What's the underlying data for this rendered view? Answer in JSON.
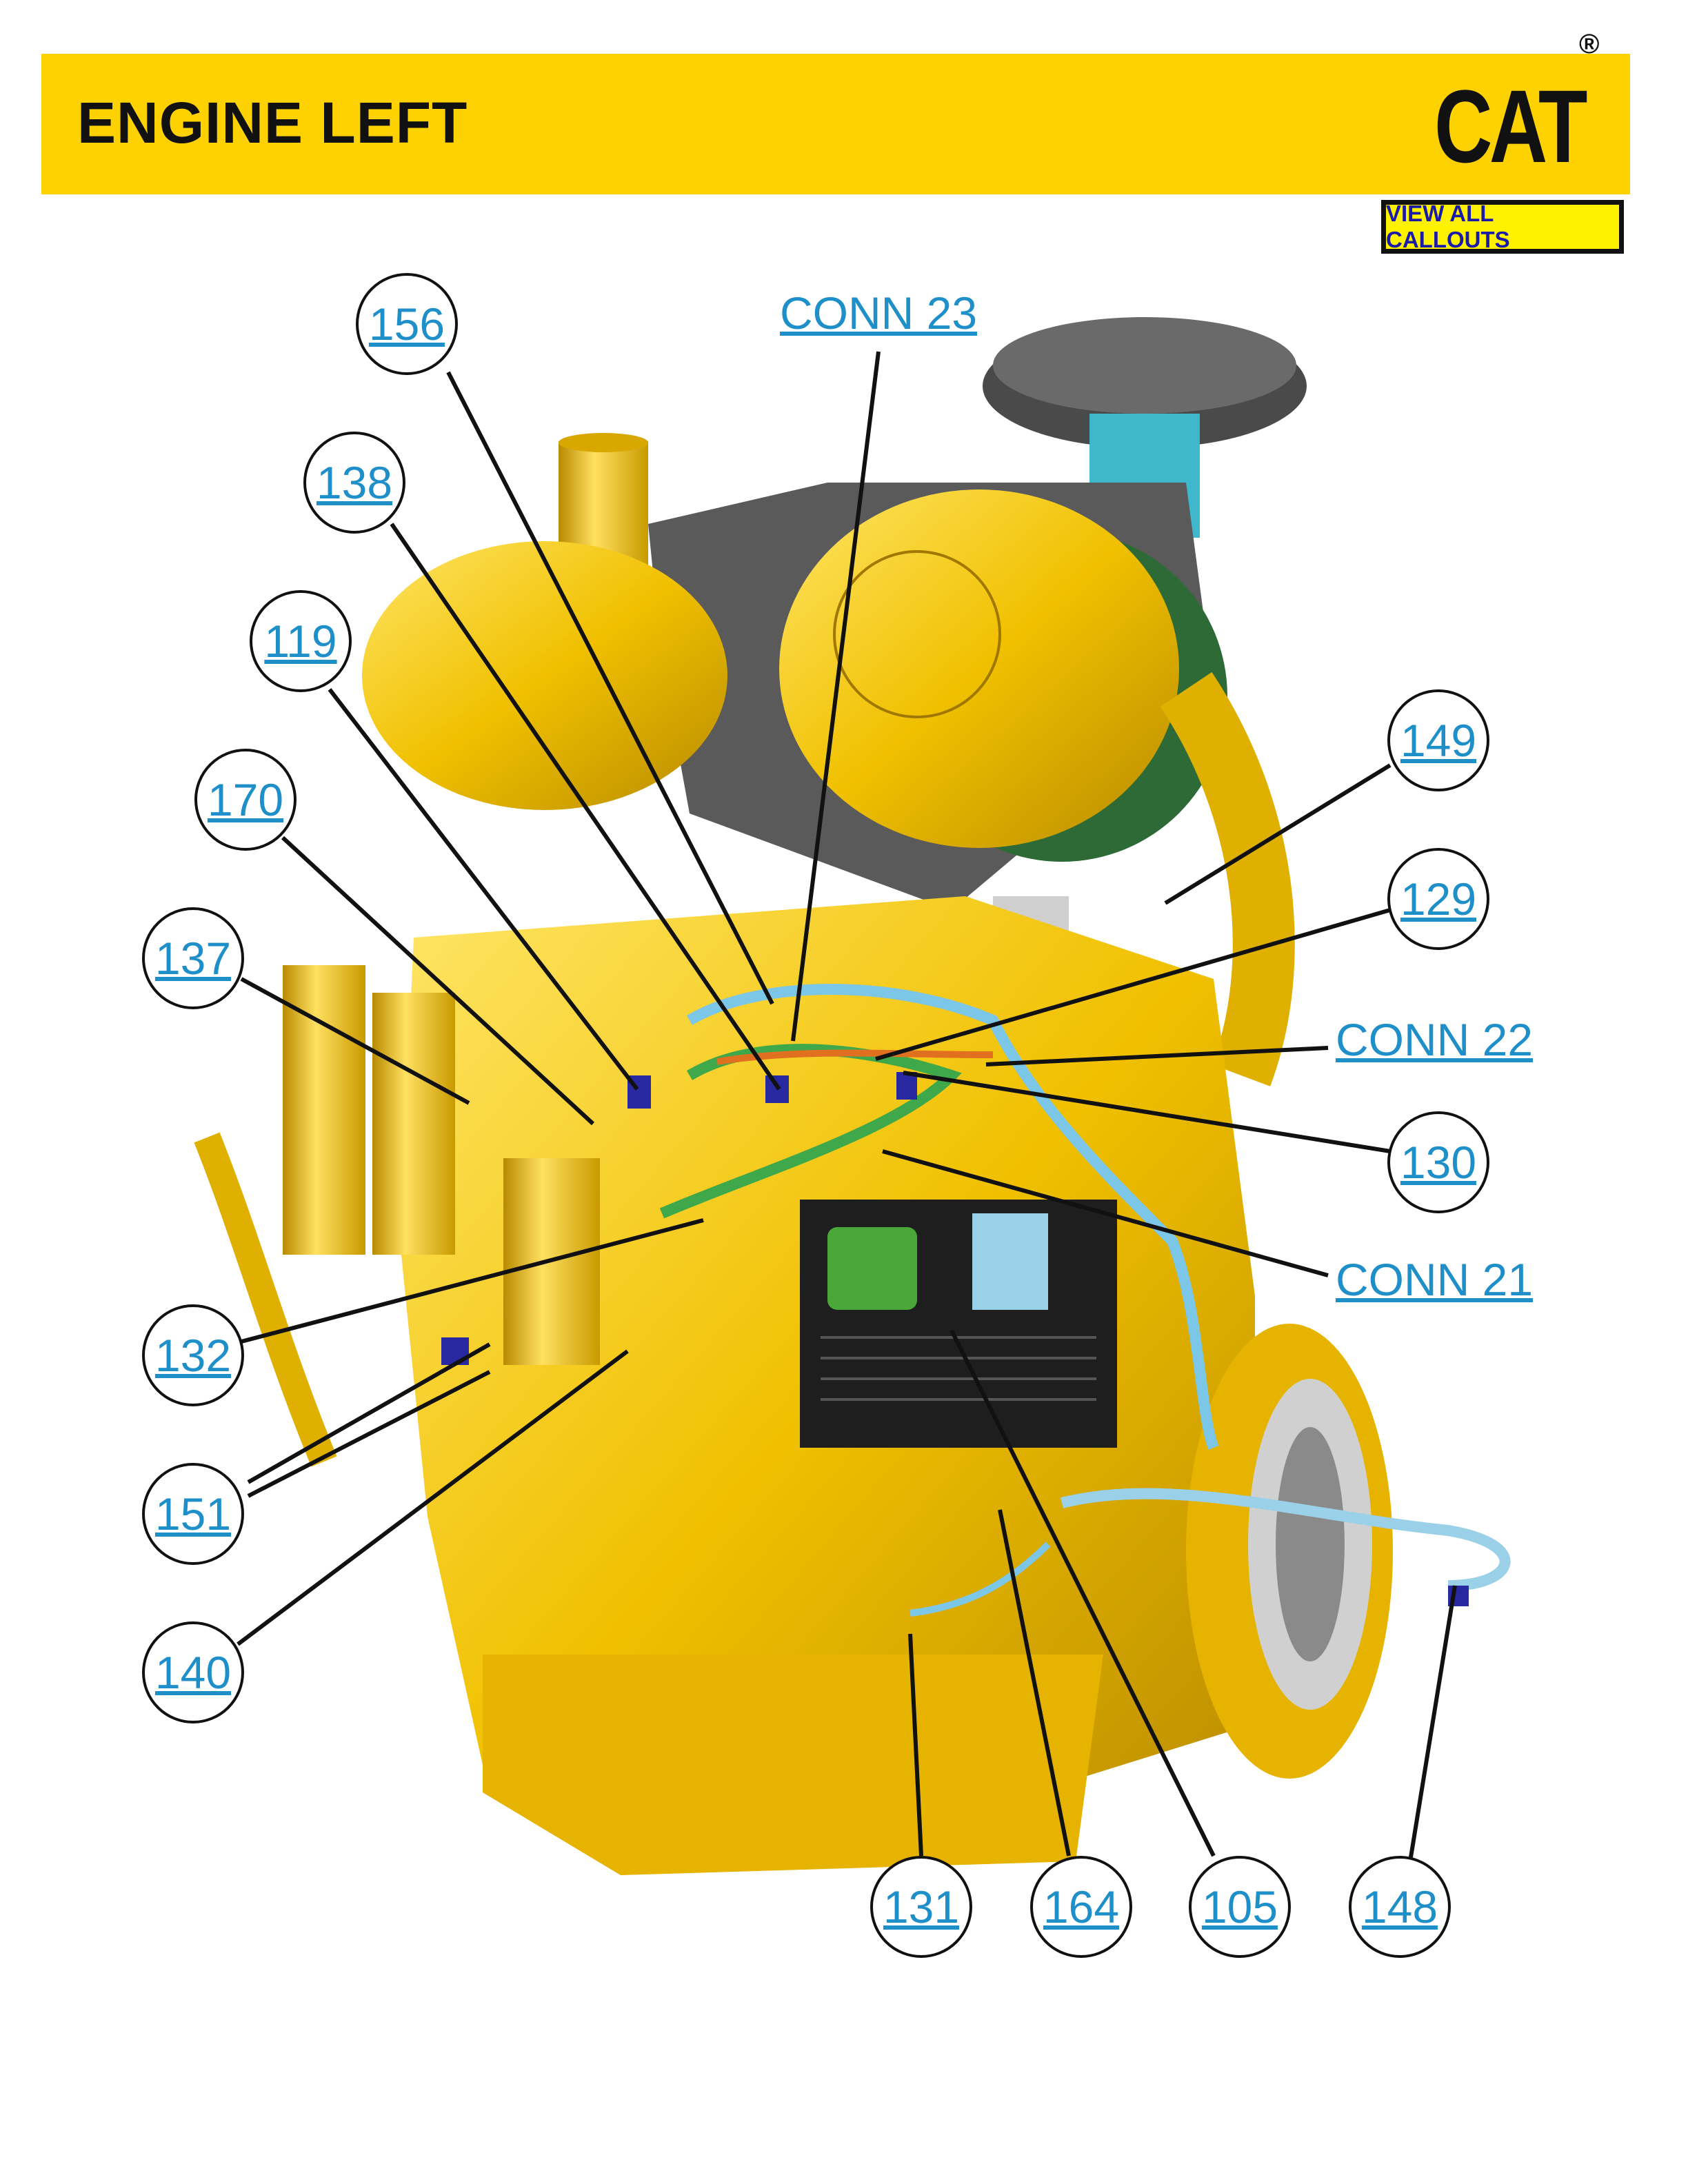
{
  "header": {
    "title": "ENGINE LEFT",
    "logo_text": "CAT",
    "logo_mark": "®"
  },
  "view_all_callouts": "VIEW ALL CALLOUTS",
  "callouts": {
    "c156": "156",
    "c138": "138",
    "c119": "119",
    "c170": "170",
    "c137": "137",
    "c132": "132",
    "c151": "151",
    "c140": "140",
    "c131": "131",
    "c164": "164",
    "c105": "105",
    "c148": "148",
    "c149": "149",
    "c129": "129",
    "c130": "130"
  },
  "connectors": {
    "conn23": "CONN 23",
    "conn22": "CONN 22",
    "conn21": "CONN 21"
  },
  "colors": {
    "header": "#fed200",
    "link": "#1e8fc8",
    "engine": "#f2c400",
    "button": "#fff200"
  }
}
